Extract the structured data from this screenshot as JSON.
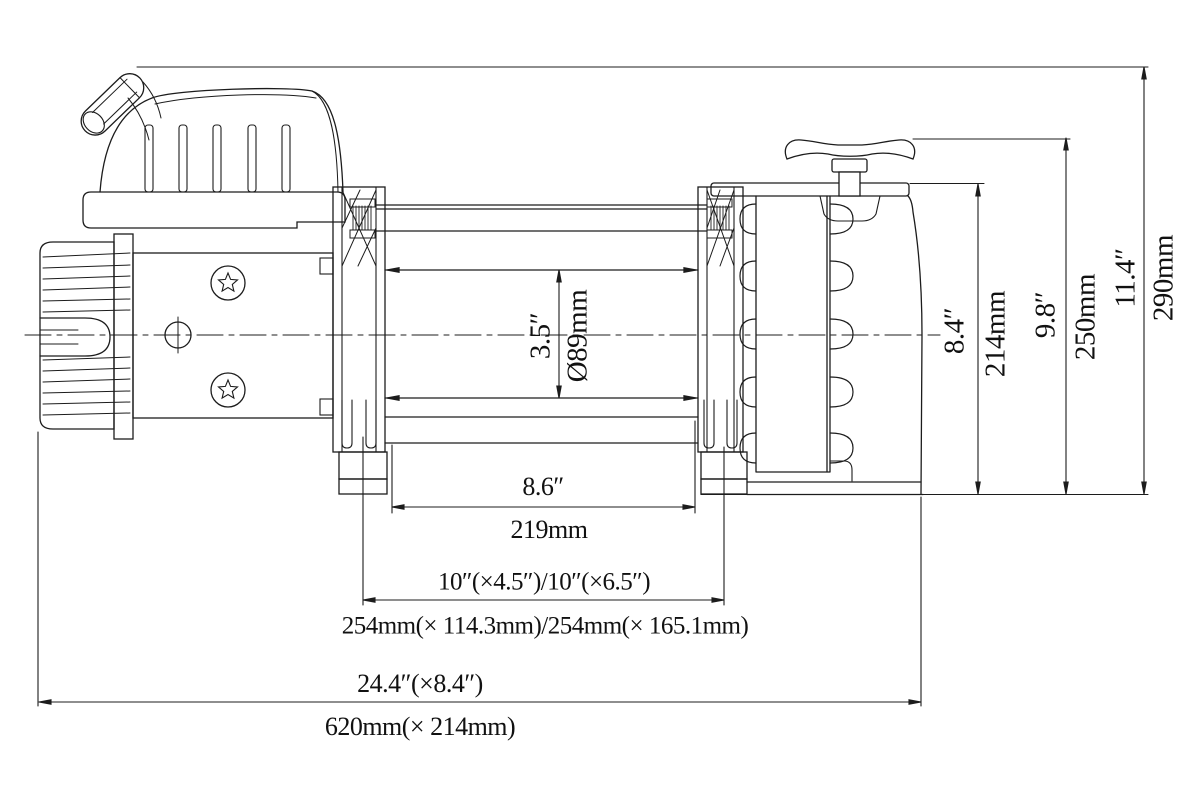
{
  "drawing": {
    "subject": "electric winch side-view dimensional drawing",
    "line_color": "#1c1c1c",
    "background_color": "#ffffff"
  },
  "dimensions": {
    "drum_diameter": {
      "inch": "3.5″",
      "metric": "Ø89mm"
    },
    "frame_height": {
      "inch": "8.4″",
      "metric": "214mm"
    },
    "handle_height": {
      "inch": "9.8″",
      "metric": "250mm"
    },
    "overall_height": {
      "inch": "11.4″",
      "metric": "290mm"
    },
    "drum_length": {
      "inch": "8.6″",
      "metric": "219mm"
    },
    "bolt_pattern": {
      "inch": "10″(×4.5″)/10″(×6.5″)",
      "metric": "254mm(× 114.3mm)/254mm(× 165.1mm)"
    },
    "overall_length": {
      "inch": "24.4″(×8.4″)",
      "metric": "620mm(× 214mm)"
    }
  }
}
